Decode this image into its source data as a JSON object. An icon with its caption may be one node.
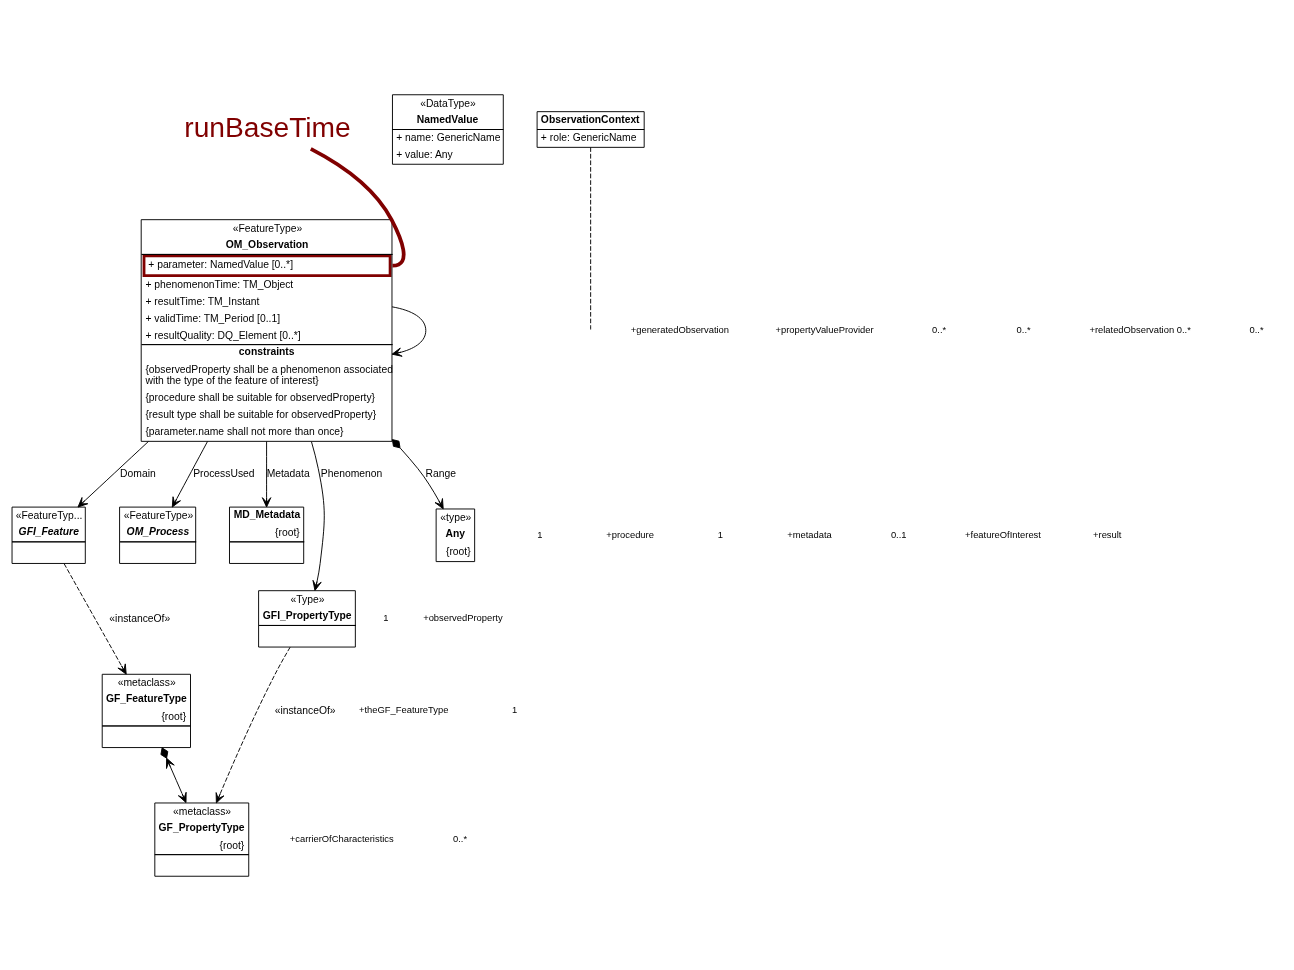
{
  "diagram": {
    "nodes": [
      {
        "text": [
          "«metaclass»",
          "GF_FeatureType",
          "{root}"
        ]
      },
      {
        "text": [
          "«FeatureTyp...",
          "GFI_Feature"
        ]
      },
      {
        "text": [
          "«FeatureType»",
          "OM_Process"
        ]
      },
      {
        "text": [
          "MD_Metadata",
          "{root}"
        ]
      },
      {
        "text": [
          "runBaseTime"
        ]
      },
      {
        "text": [
          "«FeatureType»",
          "OM_Observation",
          "+ parameter: NamedValue [0..*]",
          "+ phenomenonTime: TM_Object",
          "+ resultTime: TM_Instant",
          "+ validTime: TM_Period [0..1]",
          "+ resultQuality: DQ_Element [0..*]",
          "constraints",
          "{observedProperty shall be a phenomenon associated with the type of the feature of interest}",
          "{procedure shall be suitable for observedProperty}",
          "{result type shall be suitable for observedProperty}",
          "{parameter.name shall not more than once}"
        ]
      },
      {
        "text": [
          "«DataType»",
          "NamedValue",
          "+ name: GenericName",
          "+ value: Any"
        ]
      },
      {
        "text": [
          "«metaclass»",
          "GF_PropertyType",
          "{root}"
        ]
      },
      {
        "text": [
          "«Type»",
          "GFI_PropertyType"
        ]
      },
      {
        "text": [
          "«type»",
          "Any",
          "{root}"
        ]
      },
      {
        "text": [
          "ObservationContext",
          "+ role: GenericName"
        ]
      }
    ],
    "edges": [
      {
        "from": 0,
        "to": 7,
        "arrow": "both"
      },
      {
        "from": 1,
        "to": 0,
        "arrow": "to",
        "label": "«instanceOf»",
        "style": "dashed"
      },
      {
        "from": 5,
        "to": 1,
        "arrow": "to",
        "label": "Domain"
      },
      {
        "from": 5,
        "to": 2,
        "arrow": "to",
        "label": "ProcessUsed"
      },
      {
        "from": 5,
        "to": 3,
        "arrow": "to",
        "label": "Metadata"
      },
      {
        "from": 4,
        "to": 5,
        "arrow": "none",
        "style": "thick",
        "color": "#800000"
      },
      {
        "from": 5,
        "to": 5,
        "arrow": "to"
      },
      {
        "from": 10,
        "to": null,
        "arrow": "none",
        "style": "dashed"
      },
      {
        "from": 5,
        "to": 8,
        "arrow": "to",
        "label": "Phenomenon"
      },
      {
        "from": 5,
        "to": 9,
        "arrow": "to",
        "label": "Range"
      },
      {
        "from": 8,
        "to": 7,
        "arrow": "to",
        "label": "«instanceOf»",
        "style": "dashed"
      }
    ],
    "labels": [
      "+theGF_FeatureType",
      "1",
      "1",
      "+procedure",
      "1",
      "+metadata",
      "0..1",
      "+featureOfInterest",
      "+generatedObservation",
      "+propertyValueProvider",
      "0..*",
      "0..*",
      "+carrierOfCharacteristics",
      "0..*",
      "+relatedObservation 0..*",
      "0..*",
      "1",
      "+observedProperty",
      "+result"
    ]
  }
}
